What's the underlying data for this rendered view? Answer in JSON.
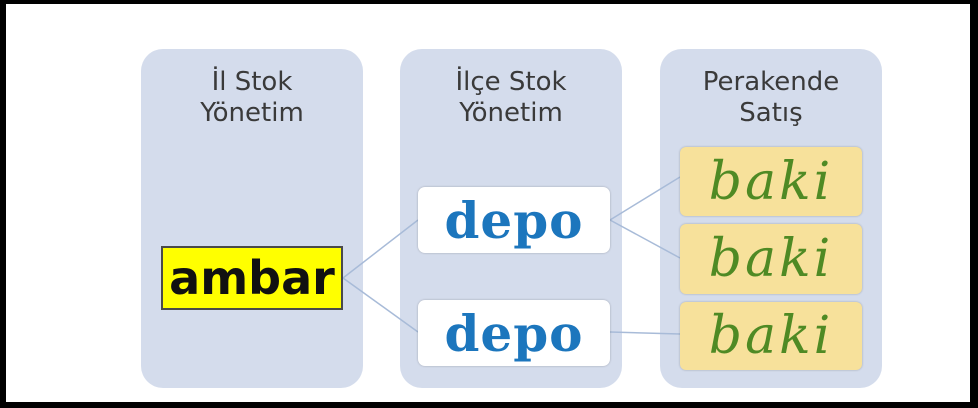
{
  "columns": [
    {
      "title_line1": "İl Stok",
      "title_line2": "Yönetim"
    },
    {
      "title_line1": "İlçe Stok",
      "title_line2": "Yönetim"
    },
    {
      "title_line1": "Perakende",
      "title_line2": "Satış"
    }
  ],
  "nodes": {
    "ambar": "ambar",
    "depo": [
      "depo",
      "depo"
    ],
    "baki": [
      "baki",
      "baki",
      "baki"
    ]
  },
  "colors": {
    "column_bg": "#d4dcec",
    "ambar_bg": "#ffff00",
    "depo_text": "#1c76bd",
    "baki_bg": "#f7e19b",
    "baki_text": "#4f8a24",
    "connector": "#a8bbd8"
  }
}
